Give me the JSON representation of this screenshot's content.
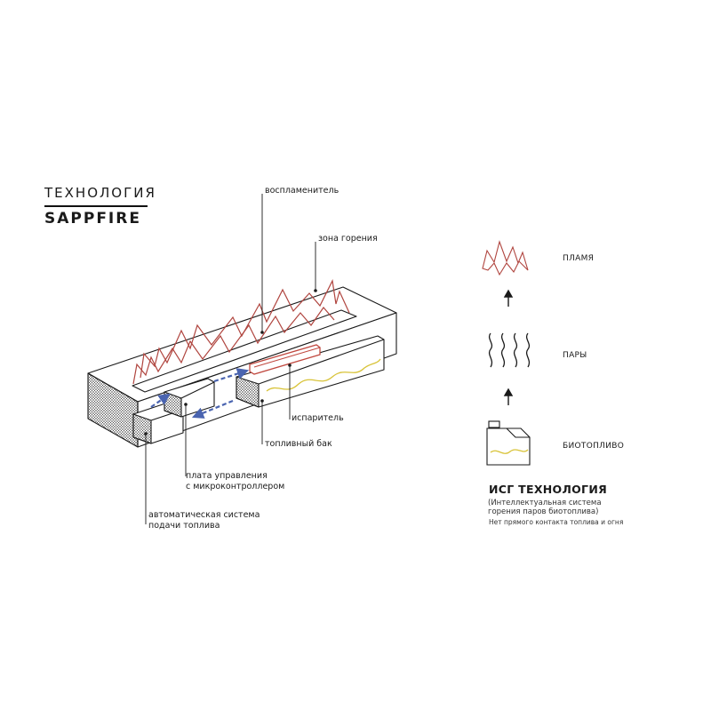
{
  "title": {
    "line1": "ТЕХНОЛОГИЯ",
    "line2": "SAPPFIRE"
  },
  "labels": {
    "igniter": "воспламенитель",
    "combustion_zone": "зона горения",
    "evaporator": "испаритель",
    "fuel_tank": "топливный бак",
    "control_board_1": "плата управления",
    "control_board_2": "с микроконтроллером",
    "auto_feed_1": "автоматическая система",
    "auto_feed_2": "подачи топлива"
  },
  "legend": {
    "flame": "ПЛАМЯ",
    "vapors": "ПАРЫ",
    "biofuel": "БИОТОПЛИВО"
  },
  "isg": {
    "title": "ИСГ ТЕХНОЛОГИЯ",
    "sub_1": "(Интеллектуальная система",
    "sub_2": "горения паров биотоплива)",
    "note": "Нет прямого контакта топлива и огня"
  },
  "colors": {
    "flame": "#b0453f",
    "evaporator": "#c0483f",
    "fuel_wave": "#d8c338",
    "arrow": "#4a64b0",
    "line": "#1a1a1a"
  }
}
